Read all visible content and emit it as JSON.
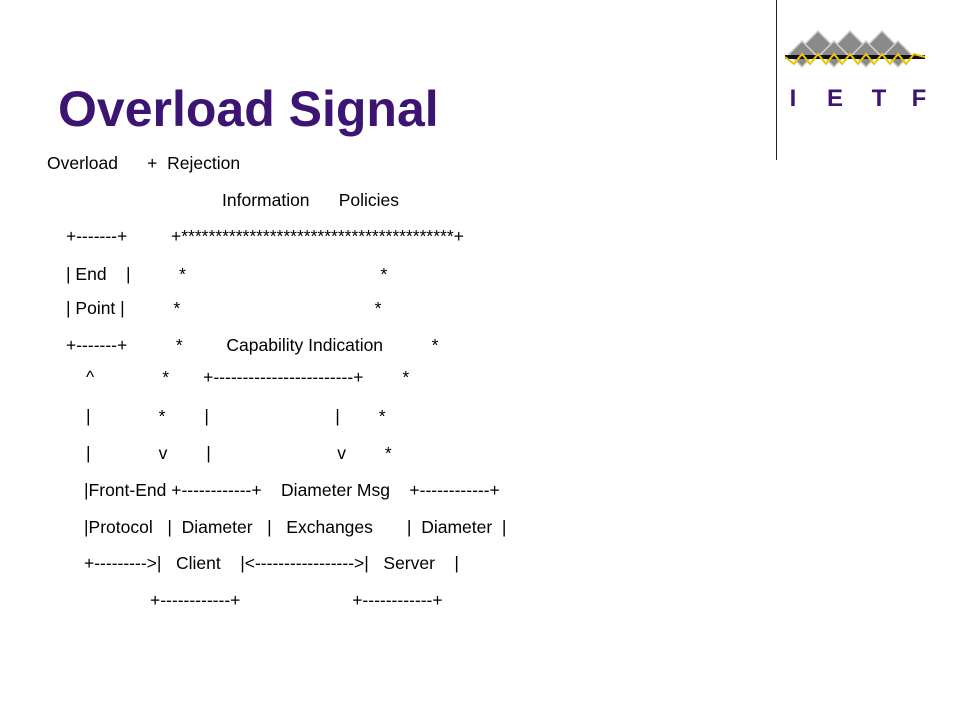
{
  "slide": {
    "title": "Overload Signal"
  },
  "logo": {
    "letters": [
      "I",
      "E",
      "T",
      "F"
    ],
    "colors": {
      "diamond_fill": "#8a8a8a",
      "diamond_stroke": "#d0d0d0",
      "wave": "#f2c400",
      "bar": "#111111",
      "letters": "#3c1472"
    }
  },
  "diagram": {
    "lines": [
      "Overload      +  Rejection",
      "Information      Policies",
      "+-------+         +****************************************+",
      "| End    |          *                                        *",
      "| Point |          *                                        *",
      "+-------+          *         Capability Indication          *",
      "^              *       +------------------------+        *",
      "|              *        |                          |        *",
      "|              v        |                          v        *",
      "|Front-End +------------+    Diameter Msg    +------------+",
      "|Protocol   |  Diameter   |   Exchanges       |  Diameter  |",
      "+--------->|   Client    |<----------------->|   Server    |",
      "+------------+                       +------------+"
    ]
  }
}
